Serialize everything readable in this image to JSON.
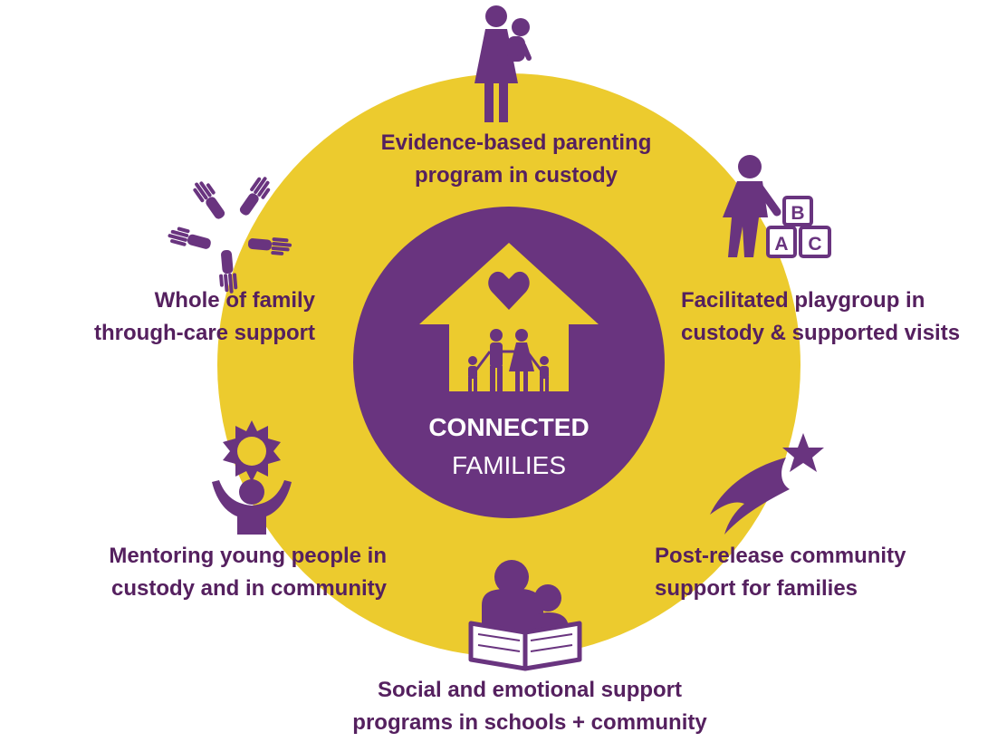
{
  "colors": {
    "accent": "#eccb2e",
    "primary": "#69347f",
    "text": "#55205f",
    "background": "#ffffff",
    "center_text": "#ffffff"
  },
  "center": {
    "line1": "CONNECTED",
    "line2": "FAMILIES",
    "icon": "family-house-heart-icon"
  },
  "items": [
    {
      "icon": "mother-child-icon",
      "lines": [
        "Evidence-based parenting",
        "program in custody"
      ]
    },
    {
      "icon": "child-abc-blocks-icon",
      "lines": [
        "Facilitated playgroup in",
        "custody & supported visits"
      ]
    },
    {
      "icon": "shooting-star-icon",
      "lines": [
        "Post-release community",
        "support for families"
      ]
    },
    {
      "icon": "parent-child-reading-icon",
      "lines": [
        "Social and emotional support",
        "programs in schools + community"
      ]
    },
    {
      "icon": "person-sun-icon",
      "lines": [
        "Mentoring young people in",
        "custody and in community"
      ]
    },
    {
      "icon": "joined-hands-icon",
      "lines": [
        "Whole of family",
        "through-care support"
      ]
    }
  ]
}
